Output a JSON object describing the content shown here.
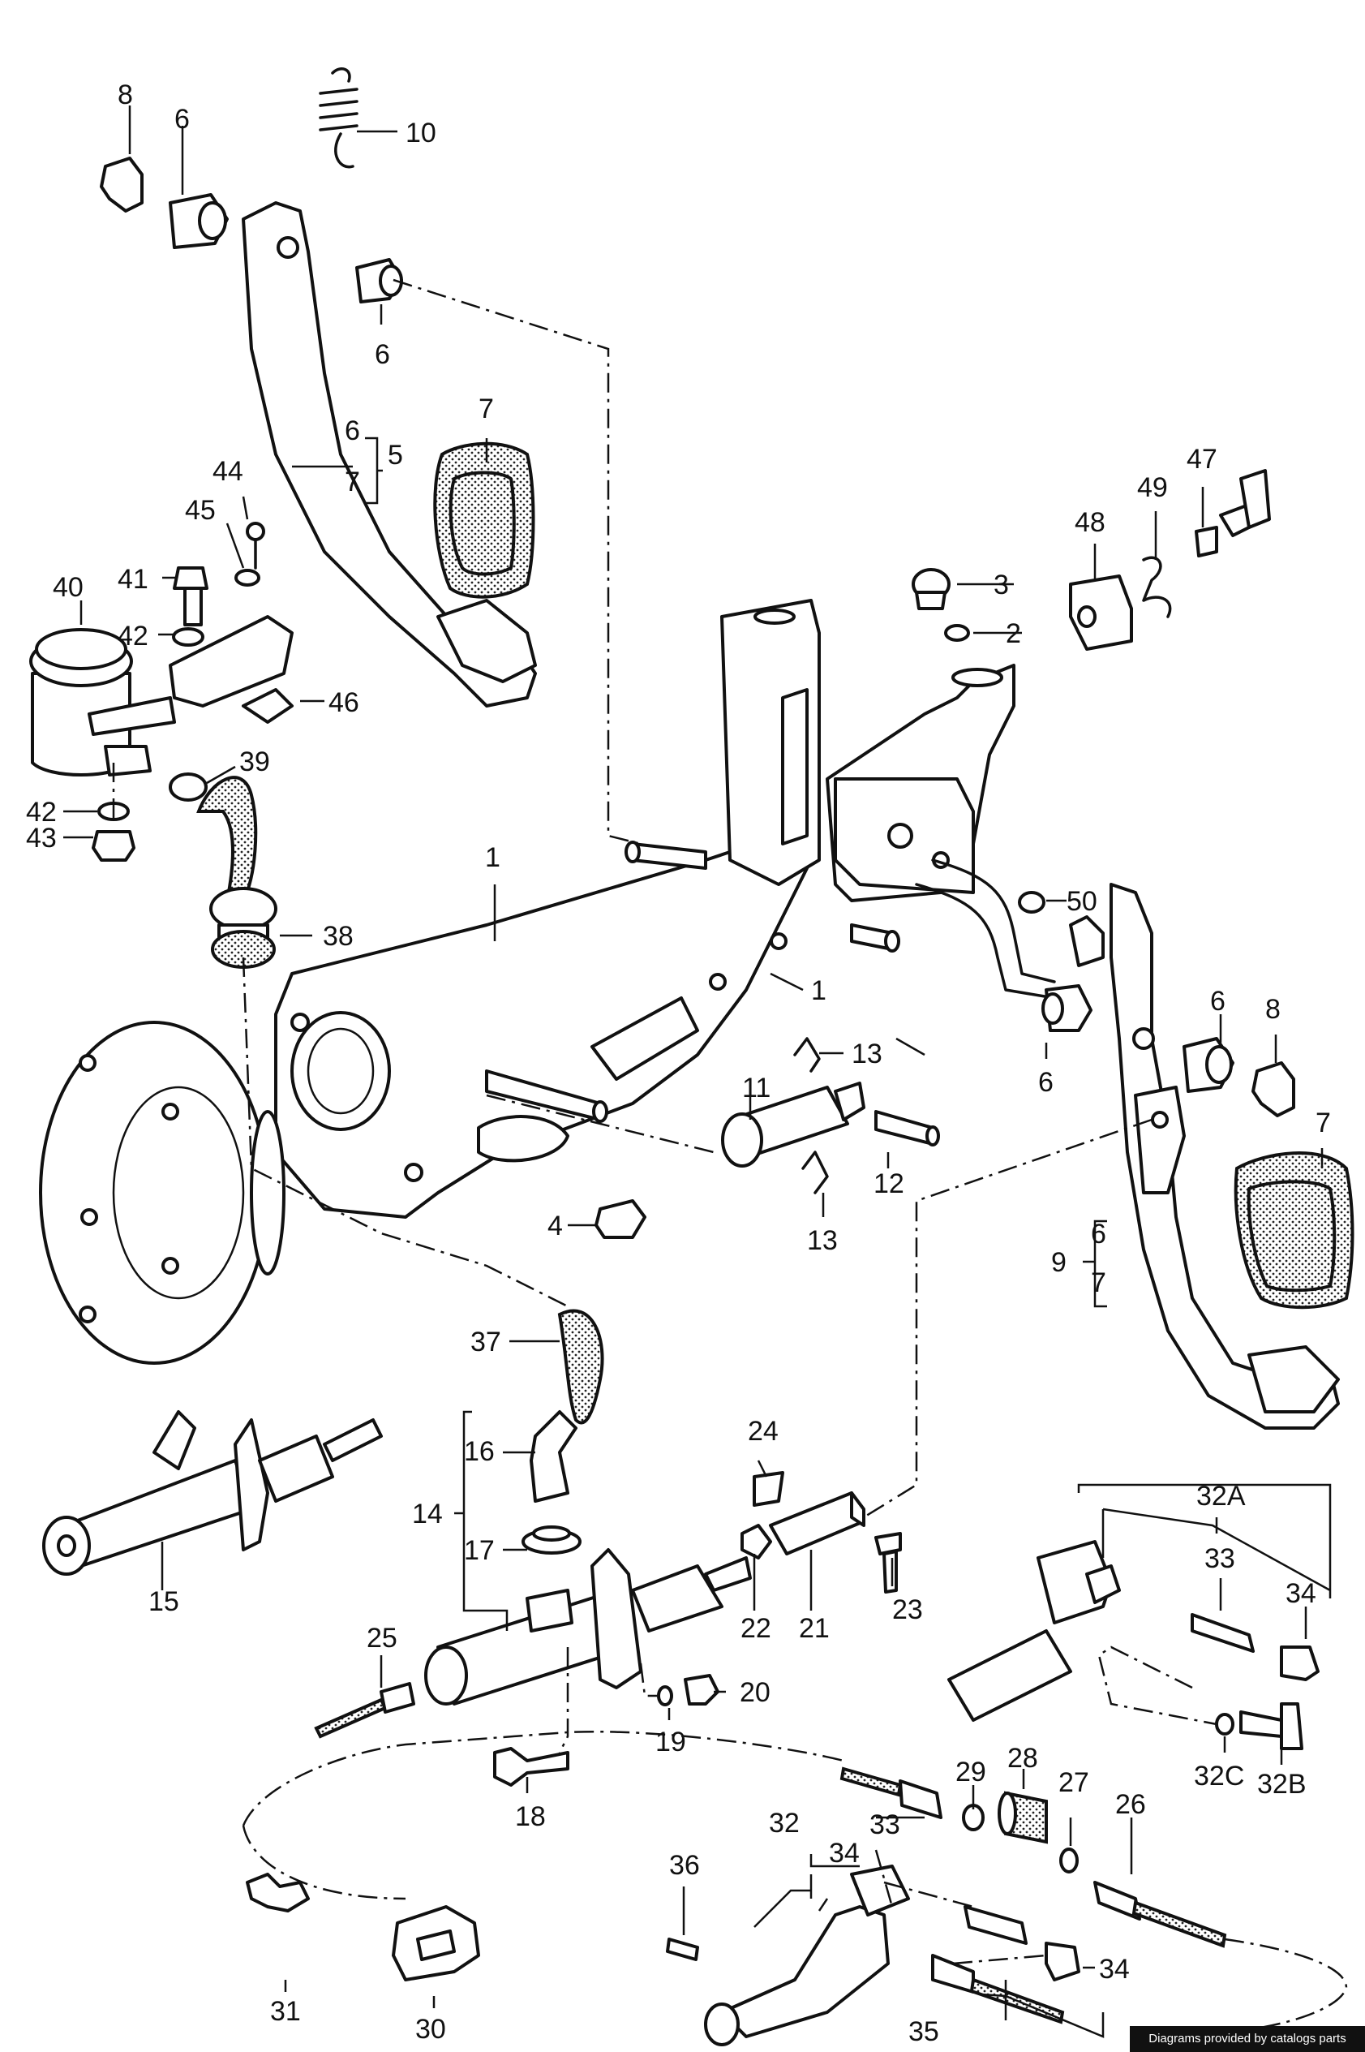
{
  "labels": {
    "l1a": "1",
    "l1b": "1",
    "l2": "2",
    "l3": "3",
    "l4": "4",
    "l5": "5",
    "l6a": "6",
    "l6b": "6",
    "l6c": "6",
    "l6d": "6",
    "l6e": "6",
    "l6f": "6",
    "l7a": "7",
    "l7b": "7",
    "l7c": "7",
    "l7d": "7",
    "l8a": "8",
    "l8b": "8",
    "l9": "9",
    "l10": "10",
    "l11": "11",
    "l12": "12",
    "l13a": "13",
    "l13b": "13",
    "l14": "14",
    "l15": "15",
    "l16": "16",
    "l17": "17",
    "l18": "18",
    "l19": "19",
    "l20": "20",
    "l21": "21",
    "l22": "22",
    "l23": "23",
    "l24": "24",
    "l25": "25",
    "l26": "26",
    "l27": "27",
    "l28": "28",
    "l29": "29",
    "l30": "30",
    "l31": "31",
    "l32": "32",
    "l32a": "32A",
    "l32b": "32B",
    "l32c": "32C",
    "l33a": "33",
    "l33b": "33",
    "l34a": "34",
    "l34b": "34",
    "l34c": "34",
    "l35": "35",
    "l36": "36",
    "l37": "37",
    "l38": "38",
    "l39": "39",
    "l40": "40",
    "l41": "41",
    "l42a": "42",
    "l42b": "42",
    "l43": "43",
    "l44": "44",
    "l45": "45",
    "l46": "46",
    "l47": "47",
    "l48": "48",
    "l49": "49",
    "l50": "50"
  },
  "credit": "Diagrams provided by catalogs parts"
}
